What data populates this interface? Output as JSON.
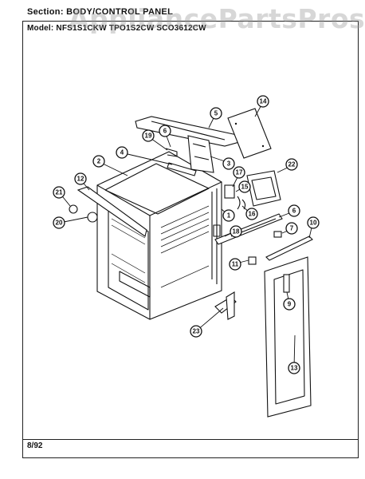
{
  "header": {
    "section": "Section: BODY/CONTROL PANEL",
    "model": "Model: NFS1S1CKW  TPO1S2CW  SCO3612CW"
  },
  "watermark": "AppliancePartsPros.com",
  "footer": {
    "date": "8/92"
  },
  "callouts": [
    {
      "id": "c1",
      "label": "1"
    },
    {
      "id": "c2",
      "label": "2"
    },
    {
      "id": "c3",
      "label": "3"
    },
    {
      "id": "c4",
      "label": "4"
    },
    {
      "id": "c5",
      "label": "5"
    },
    {
      "id": "c6a",
      "label": "6"
    },
    {
      "id": "c6b",
      "label": "6"
    },
    {
      "id": "c7",
      "label": "7"
    },
    {
      "id": "c9",
      "label": "9"
    },
    {
      "id": "c10",
      "label": "10"
    },
    {
      "id": "c11",
      "label": "11"
    },
    {
      "id": "c12",
      "label": "12"
    },
    {
      "id": "c13",
      "label": "13"
    },
    {
      "id": "c14",
      "label": "14"
    },
    {
      "id": "c15",
      "label": "15"
    },
    {
      "id": "c16",
      "label": "16"
    },
    {
      "id": "c17",
      "label": "17"
    },
    {
      "id": "c18",
      "label": "18"
    },
    {
      "id": "c19",
      "label": "19"
    },
    {
      "id": "c20",
      "label": "20"
    },
    {
      "id": "c21",
      "label": "21"
    },
    {
      "id": "c22",
      "label": "22"
    },
    {
      "id": "c23",
      "label": "23"
    }
  ]
}
